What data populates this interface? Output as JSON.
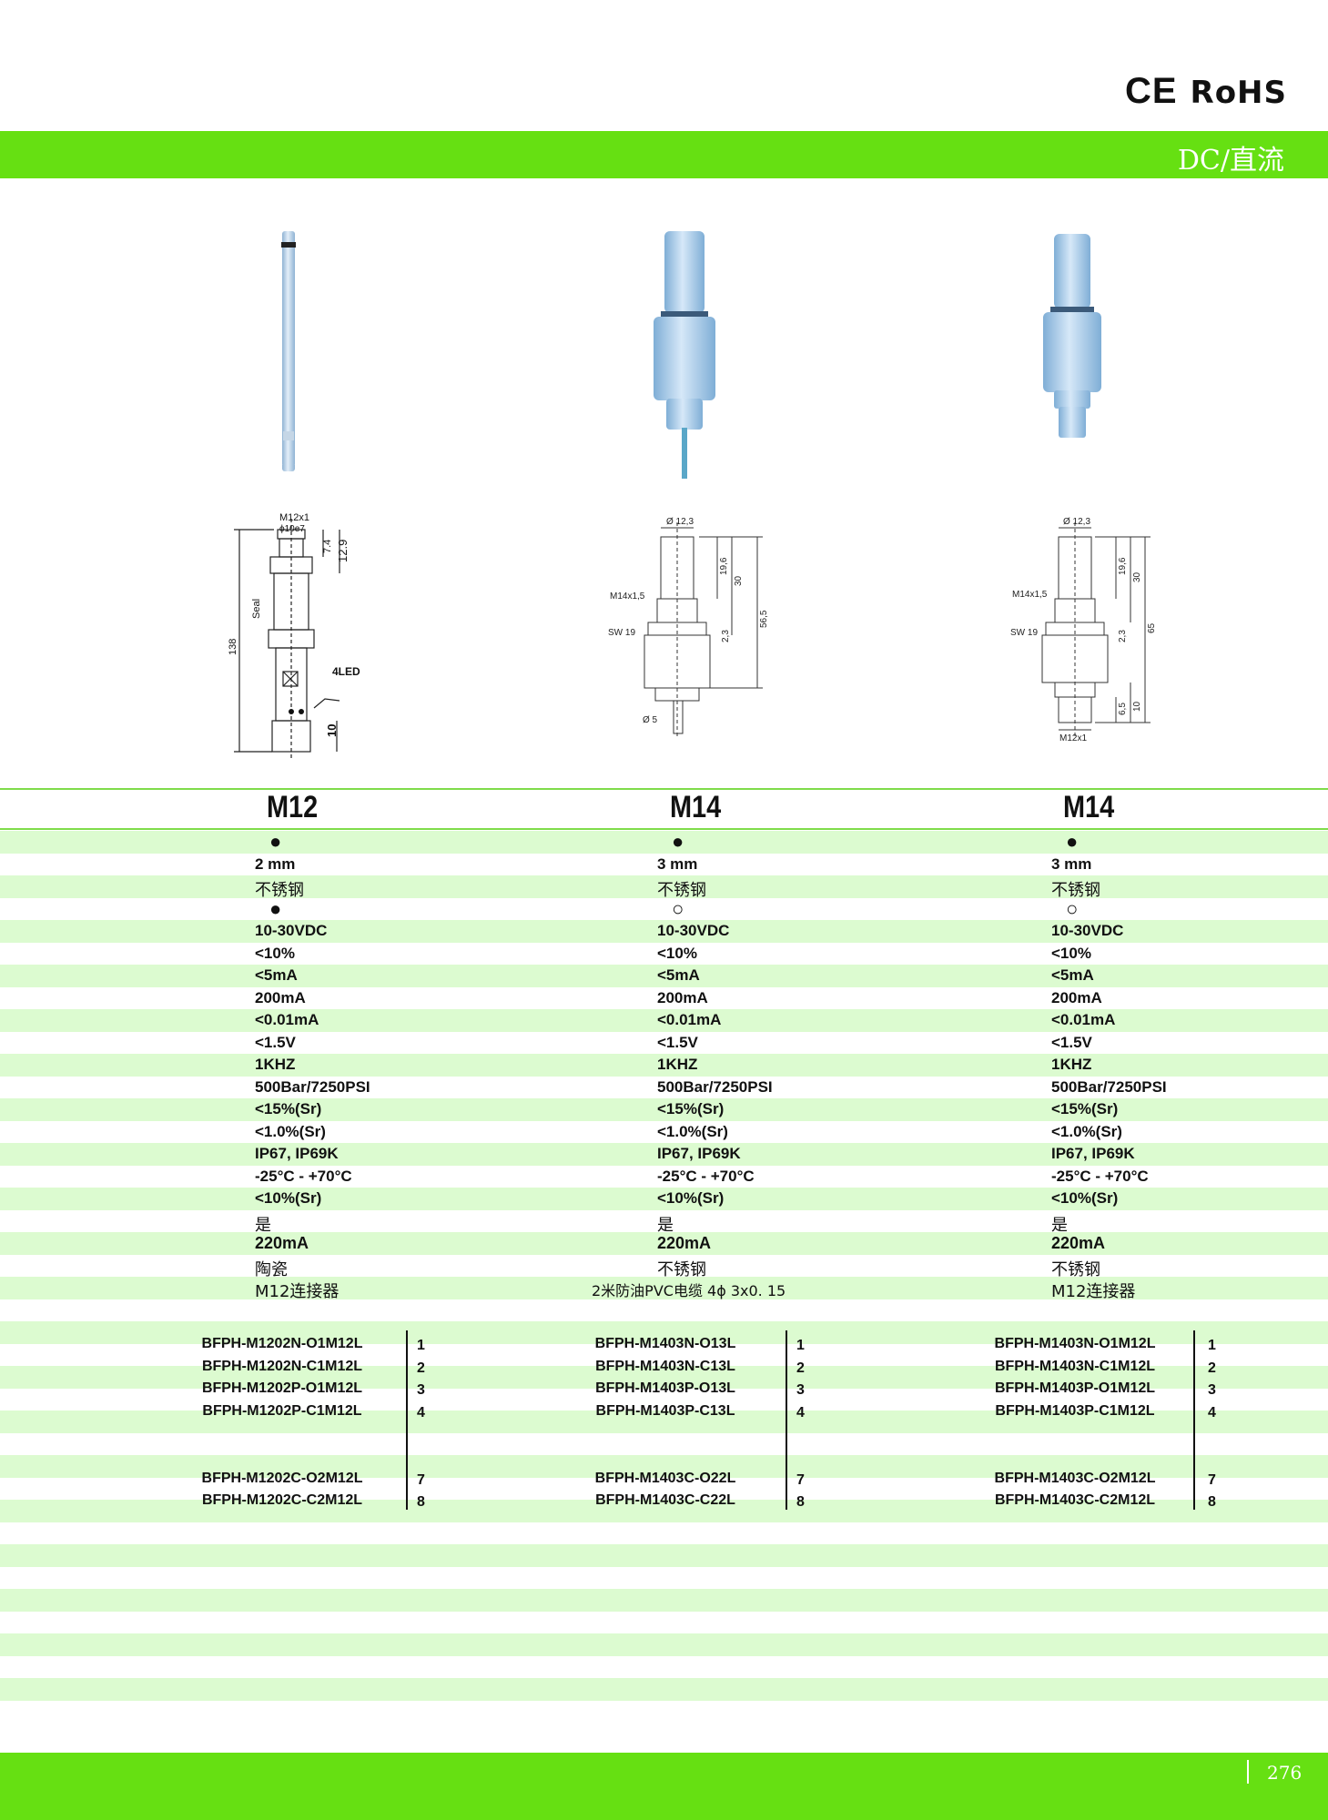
{
  "header": {
    "ce": "CE",
    "rohs": "RoHS",
    "section": "DC/直流"
  },
  "footer": {
    "page": "276"
  },
  "colors": {
    "accent": "#66e012",
    "stripe": "#dcfbd0"
  },
  "drawings": {
    "m12": {
      "thread": "M12x1",
      "dia": "ϕ10e7",
      "d1": "7.4",
      "d2": "12.9",
      "seal": "Seal",
      "len": "138",
      "led": "4LED",
      "bottom": "10"
    },
    "m14a": {
      "dia": "Ø 12,3",
      "thread": "M14x1,5",
      "sw": "SW 19",
      "d1": "19,6",
      "d2": "30",
      "d3": "56,5",
      "d4": "2,3",
      "cable": "Ø 5"
    },
    "m14b": {
      "dia": "Ø 12,3",
      "thread": "M14x1,5",
      "sw": "SW 19",
      "d1": "19,6",
      "d2": "30",
      "d3": "65",
      "d4": "2,3",
      "d5": "6,5",
      "d6": "10",
      "conn": "M12x1"
    }
  },
  "columns": [
    "M12",
    "M14",
    "M14"
  ],
  "rows": [
    [
      "●",
      "●",
      "●"
    ],
    [
      "2 mm",
      "3 mm",
      "3 mm"
    ],
    [
      "不锈钢",
      "不锈钢",
      "不锈钢"
    ],
    [
      "●",
      "○",
      "○"
    ],
    [
      "10-30VDC",
      "10-30VDC",
      "10-30VDC"
    ],
    [
      "<10%",
      "<10%",
      "<10%"
    ],
    [
      "<5mA",
      "<5mA",
      "<5mA"
    ],
    [
      "200mA",
      "200mA",
      "200mA"
    ],
    [
      "<0.01mA",
      "<0.01mA",
      "<0.01mA"
    ],
    [
      "<1.5V",
      "<1.5V",
      "<1.5V"
    ],
    [
      "1KHZ",
      "1KHZ",
      "1KHZ"
    ],
    [
      "500Bar/7250PSI",
      "500Bar/7250PSI",
      "500Bar/7250PSI"
    ],
    [
      "<15%(Sr)",
      "<15%(Sr)",
      "<15%(Sr)"
    ],
    [
      "<1.0%(Sr)",
      "<1.0%(Sr)",
      "<1.0%(Sr)"
    ],
    [
      "IP67, IP69K",
      "IP67, IP69K",
      "IP67, IP69K"
    ],
    [
      "-25°C - +70°C",
      "-25°C - +70°C",
      "-25°C - +70°C"
    ],
    [
      "<10%(Sr)",
      "<10%(Sr)",
      "<10%(Sr)"
    ],
    [
      "是",
      "是",
      "是"
    ],
    [
      "220mA",
      "220mA",
      "220mA"
    ],
    [
      "陶瓷",
      "不锈钢",
      "不锈钢"
    ],
    [
      "M12连接器",
      "2米防油PVC电缆 4ϕ 3x0. 15",
      "M12连接器"
    ]
  ],
  "models": [
    [
      {
        "name": "BFPH-M1202N-O1M12L",
        "n": "1"
      },
      {
        "name": "BFPH-M1202N-C1M12L",
        "n": "2"
      },
      {
        "name": "BFPH-M1202P-O1M12L",
        "n": "3"
      },
      {
        "name": "BFPH-M1202P-C1M12L",
        "n": "4"
      },
      {
        "name": "BFPH-M1202C-O2M12L",
        "n": "7"
      },
      {
        "name": "BFPH-M1202C-C2M12L",
        "n": "8"
      }
    ],
    [
      {
        "name": "BFPH-M1403N-O13L",
        "n": "1"
      },
      {
        "name": "BFPH-M1403N-C13L",
        "n": "2"
      },
      {
        "name": "BFPH-M1403P-O13L",
        "n": "3"
      },
      {
        "name": "BFPH-M1403P-C13L",
        "n": "4"
      },
      {
        "name": "BFPH-M1403C-O22L",
        "n": "7"
      },
      {
        "name": "BFPH-M1403C-C22L",
        "n": "8"
      }
    ],
    [
      {
        "name": "BFPH-M1403N-O1M12L",
        "n": "1"
      },
      {
        "name": "BFPH-M1403N-C1M12L",
        "n": "2"
      },
      {
        "name": "BFPH-M1403P-O1M12L",
        "n": "3"
      },
      {
        "name": "BFPH-M1403P-C1M12L",
        "n": "4"
      },
      {
        "name": "BFPH-M1403C-O2M12L",
        "n": "7"
      },
      {
        "name": "BFPH-M1403C-C2M12L",
        "n": "8"
      }
    ]
  ]
}
